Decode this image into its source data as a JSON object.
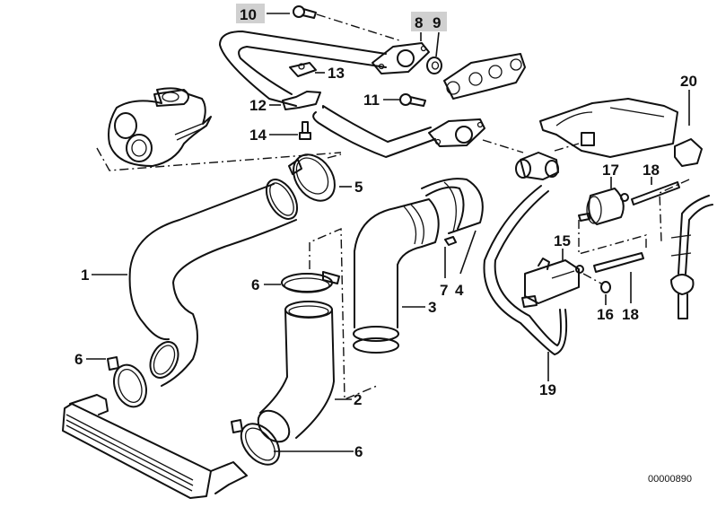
{
  "diagram": {
    "title": "Intercooler / charge air hoses exploded parts diagram",
    "diagram_number": "00000890",
    "highlight_color": "#d0d0d0",
    "line_color": "#111111",
    "callouts": [
      {
        "id": "1",
        "label": "1",
        "part": "charge-air-hose-upper",
        "highlighted": false
      },
      {
        "id": "2",
        "label": "2",
        "part": "charge-air-pipe-lower",
        "highlighted": false
      },
      {
        "id": "3",
        "label": "3",
        "part": "elbow-hose",
        "highlighted": false
      },
      {
        "id": "4",
        "label": "4",
        "part": "intake-sleeve",
        "highlighted": false
      },
      {
        "id": "5",
        "label": "5",
        "part": "hose-clamp-upper",
        "highlighted": false
      },
      {
        "id": "6a",
        "label": "6",
        "part": "hose-clamp",
        "highlighted": false
      },
      {
        "id": "6b",
        "label": "6",
        "part": "hose-clamp",
        "highlighted": false
      },
      {
        "id": "6c",
        "label": "6",
        "part": "hose-clamp",
        "highlighted": false
      },
      {
        "id": "7",
        "label": "7",
        "part": "small-clip",
        "highlighted": false
      },
      {
        "id": "8",
        "label": "8",
        "part": "flanged-pipe",
        "highlighted": true
      },
      {
        "id": "9",
        "label": "9",
        "part": "gasket-ring",
        "highlighted": true
      },
      {
        "id": "10",
        "label": "10",
        "part": "bolt-upper",
        "highlighted": true
      },
      {
        "id": "11",
        "label": "11",
        "part": "bolt",
        "highlighted": false
      },
      {
        "id": "12",
        "label": "12",
        "part": "bracket-clip",
        "highlighted": false
      },
      {
        "id": "13",
        "label": "13",
        "part": "clip-nut",
        "highlighted": false
      },
      {
        "id": "14",
        "label": "14",
        "part": "hex-bolt",
        "highlighted": false
      },
      {
        "id": "15",
        "label": "15",
        "part": "pressure-converter",
        "highlighted": false
      },
      {
        "id": "16",
        "label": "16",
        "part": "cap",
        "highlighted": false
      },
      {
        "id": "17",
        "label": "17",
        "part": "filter",
        "highlighted": false
      },
      {
        "id": "18a",
        "label": "18",
        "part": "vacuum-hose",
        "highlighted": false
      },
      {
        "id": "18b",
        "label": "18",
        "part": "vacuum-hose",
        "highlighted": false
      },
      {
        "id": "19",
        "label": "19",
        "part": "vacuum-line",
        "highlighted": false
      },
      {
        "id": "20",
        "label": "20",
        "part": "grommet",
        "highlighted": false
      }
    ]
  }
}
